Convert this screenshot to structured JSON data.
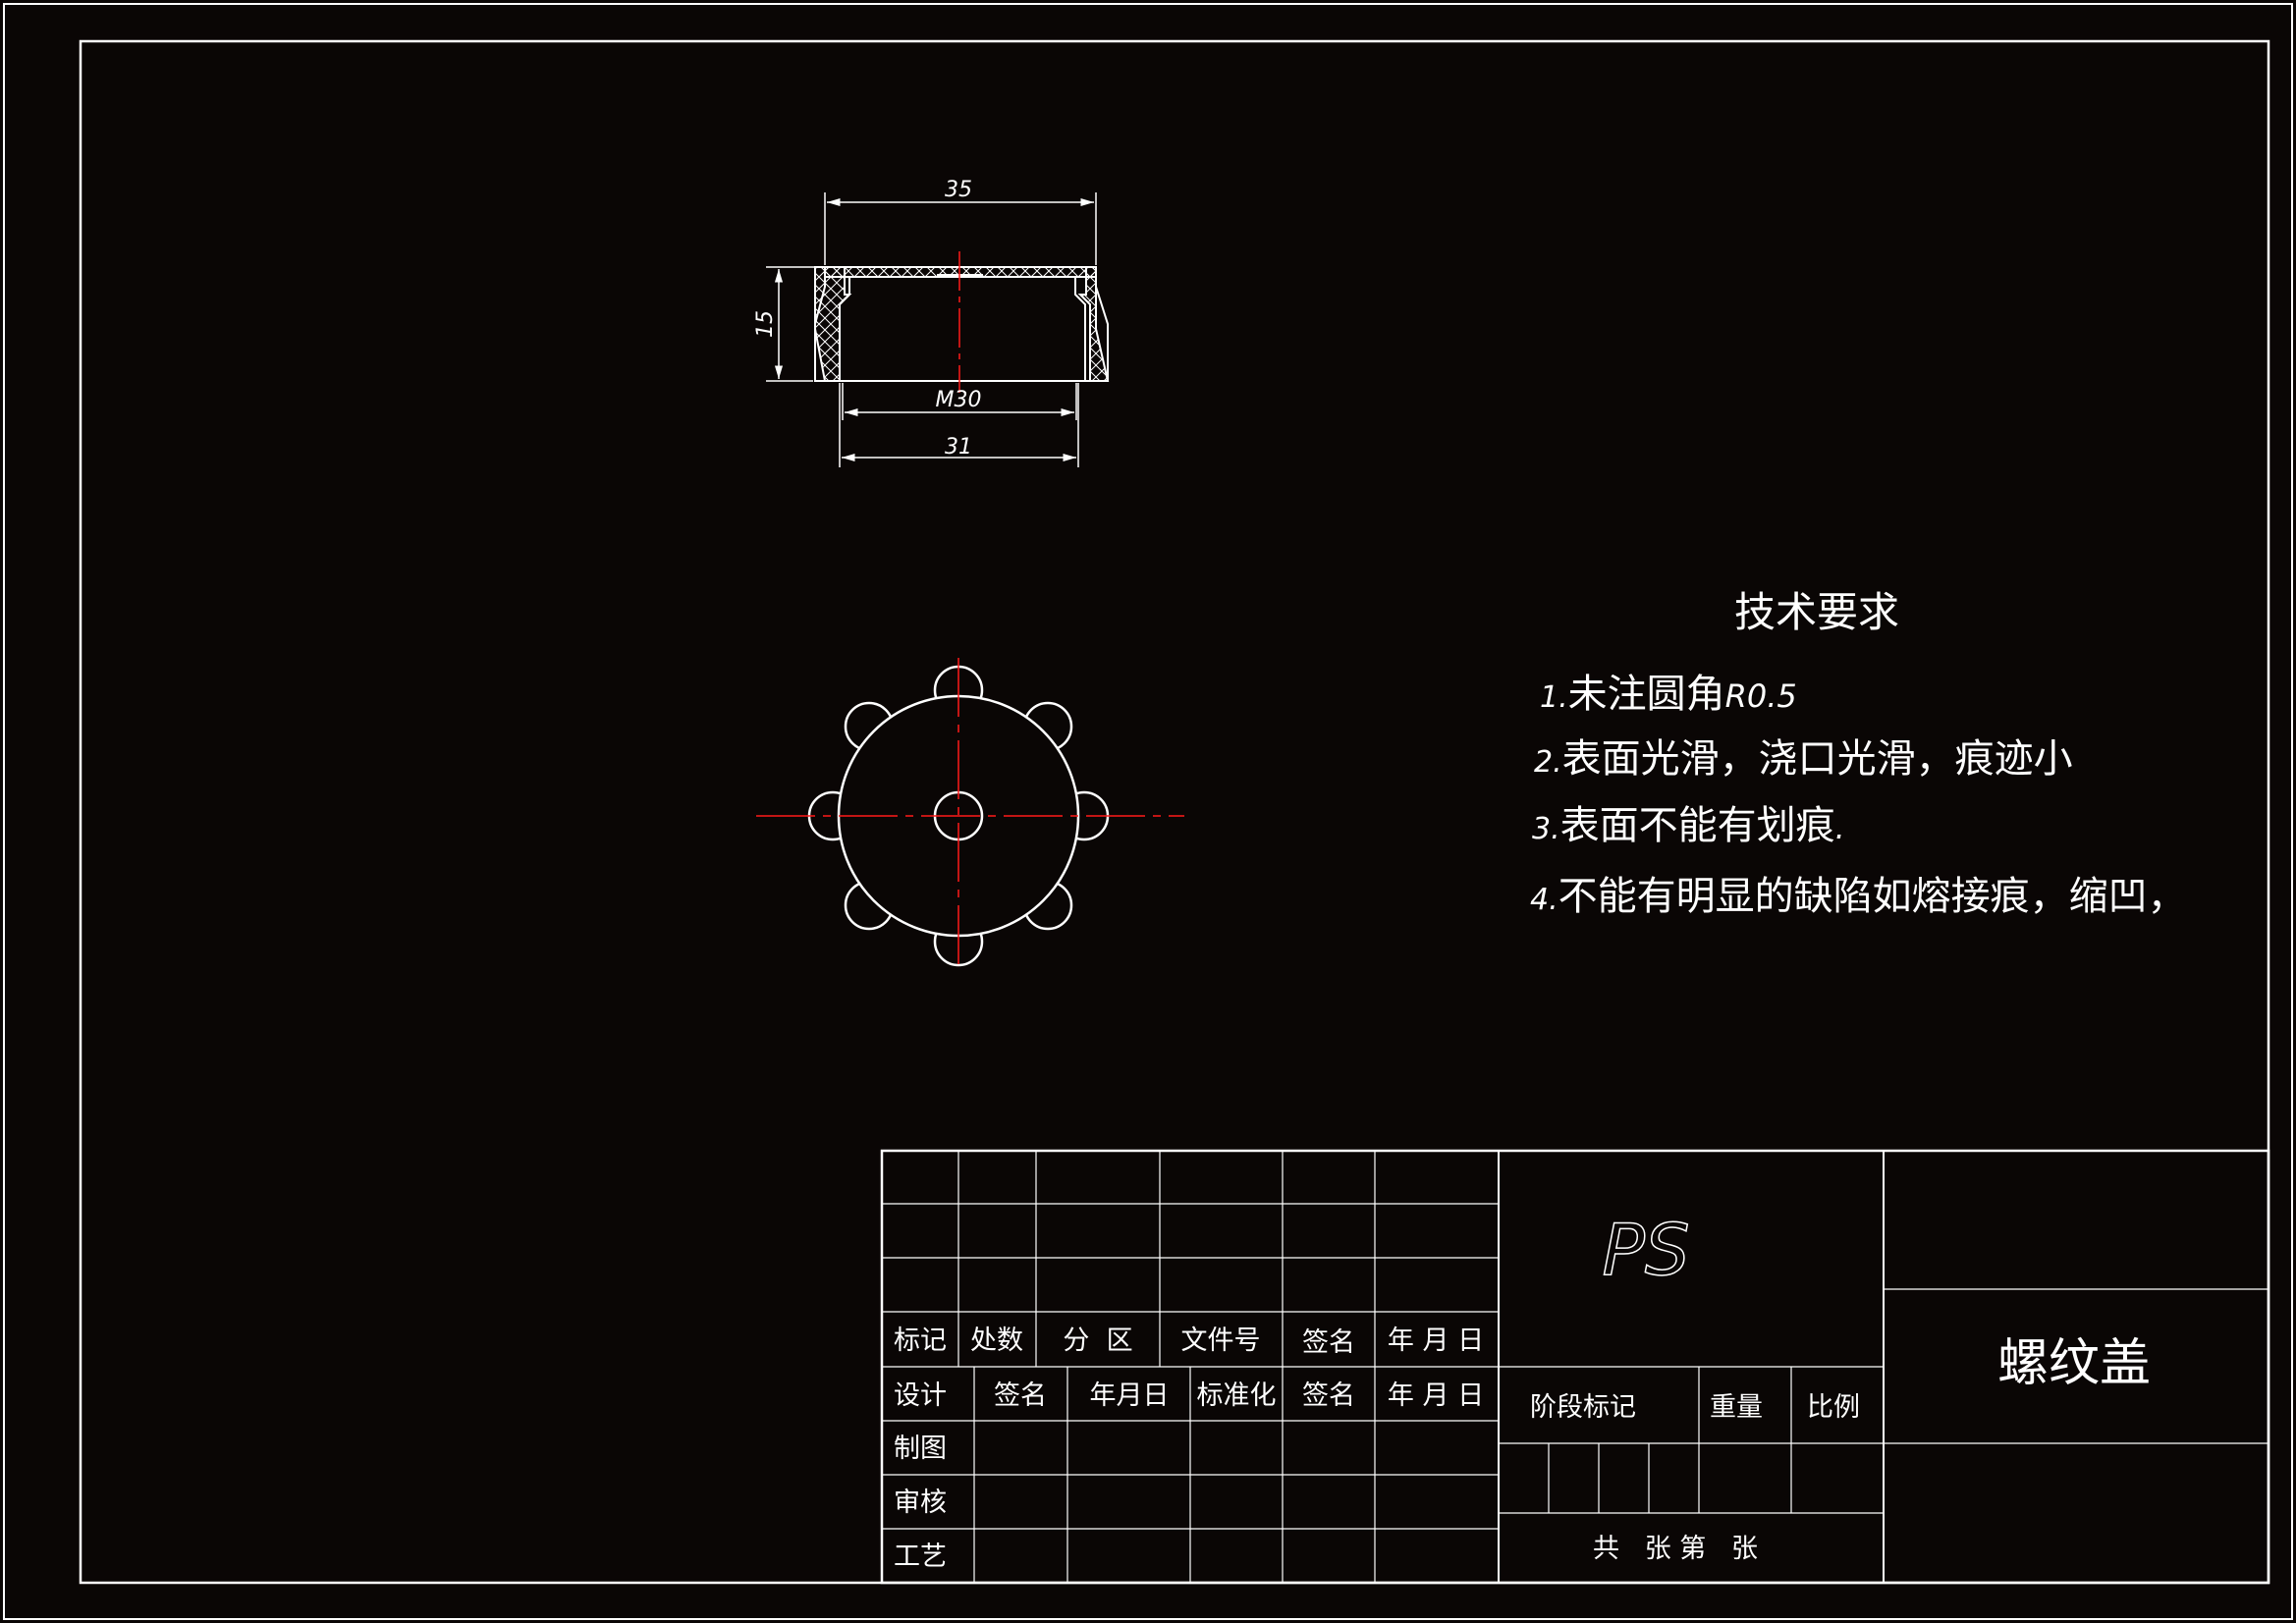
{
  "drawing": {
    "colors": {
      "background": "#0a0605",
      "lines": "#ffffff",
      "centerlines": "#ff1a1a"
    },
    "top_view_dimensions": {
      "top_width": "35",
      "height": "15",
      "thread": "M30",
      "bottom_width": "31"
    },
    "technical_requirements": {
      "title": "技术要求",
      "items": [
        {
          "num": "1.",
          "text": "未注圆角",
          "tail": "R0.5"
        },
        {
          "num": "2.",
          "text": "表面光滑，浇口光滑，痕迹小",
          "tail": ""
        },
        {
          "num": "3.",
          "text": "表面不能有划痕",
          "tail": "."
        },
        {
          "num": "4.",
          "text": "不能有明显的缺陷如熔接痕，缩凹，",
          "tail": ""
        }
      ]
    },
    "title_block": {
      "revision_headers": [
        "标记",
        "处数",
        "分  区",
        "文件号",
        "签名",
        "年 月 日"
      ],
      "approval_headers": [
        "设计",
        "签名",
        "年月日",
        "标准化",
        "签名",
        "年 月 日"
      ],
      "roles": [
        "制图",
        "审核",
        "工艺"
      ],
      "stage_label": "阶段标记",
      "weight_label": "重量",
      "scale_label": "比例",
      "sheet_text": "共   张 第   张",
      "company": "PS",
      "part_name": "螺纹盖"
    }
  }
}
